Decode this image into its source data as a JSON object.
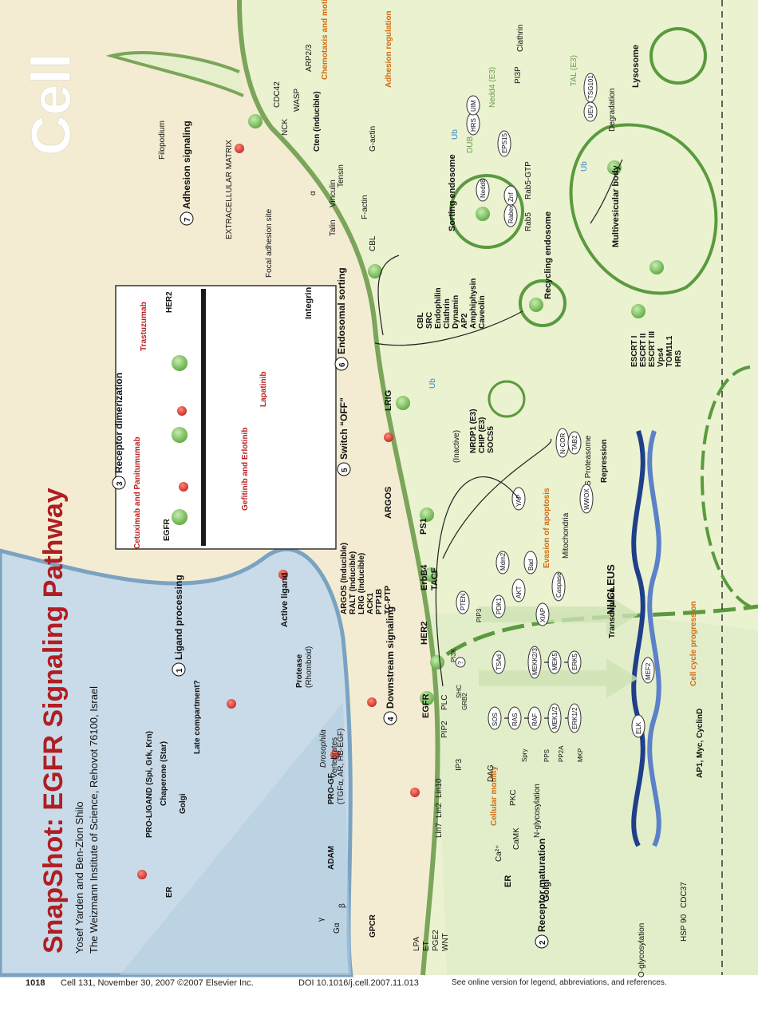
{
  "journal": "Cell",
  "title": {
    "prefix": "SnapShot: ",
    "main": "EGFR Signaling Pathway"
  },
  "authors": "Yosef Yarden and Ben-Zion Shilo",
  "affiliation": "The Weizmann Institute of Science, Rehovot 76100, Israel",
  "footer": {
    "page": "1018",
    "citation": "Cell 131, November 30, 2007 ©2007 Elsevier Inc.",
    "doi": "DOI 10.1016/j.cell.2007.11.013",
    "note": "See online version for legend, abbreviations, and references."
  },
  "sections": {
    "s1": "Ligand processing",
    "s2": "Receptor maturation",
    "s3": "Receptor dimerization",
    "s4": "Downstream signaling",
    "s5": "Switch “OFF”",
    "s6": "Endosomal sorting",
    "s7": "Adhesion signaling"
  },
  "section_numbers": [
    "1",
    "2",
    "3",
    "4",
    "5",
    "6",
    "7"
  ],
  "labels": {
    "pro_ligand": "PRO-LIGAND (Spi, Grk, Krn)",
    "chaperone": "Chaperone (Star)",
    "er_top": "ER",
    "golgi_top": "Golgi",
    "late_compartment": "Late compartment?",
    "protease": "Protease",
    "protease_sub": "(Rhomboid)",
    "drosophila": "Drosophila",
    "vertebrates": "Vertebrates",
    "active_ligand": "Active ligand",
    "adam": "ADAM",
    "pro_gf": "PRO-GF",
    "pro_gf_sub": "(TGFα, AR, HB-EGF)",
    "gpcr": "GPCR",
    "gpcr_ligands": [
      "LPA",
      "ET",
      "PGE2",
      "WNT"
    ],
    "galpha": "Gα",
    "beta": "β",
    "gamma": "γ",
    "egfr_dimer": "EGFR",
    "her2_dimer": "HER2",
    "cetuximab": "Cetuximab and Panitumumab",
    "trastuzumab": "Trastuzumab",
    "gefitinib": "Gefitinib and Erlotinib",
    "lapatinib": "Lapatinib",
    "egfr": "EGFR",
    "her2": "HER2",
    "tace": "TACE",
    "erbb4": "ErbB4",
    "ps1": "PS1",
    "argos": "ARGOS",
    "lrig": "LRIG",
    "cbl": "CBL",
    "integrin": "Integrin",
    "focal": "Focal adhesion site",
    "ecm": "EXTRACELLULAR MATRIX",
    "filopodium": "Filopodium",
    "chemotaxis": "Chemotaxis and motility",
    "adhesion_reg": "Adhesion regulation",
    "g_actin": "G-actin",
    "f_actin": "F-actin",
    "arp": "ARP2/3",
    "cdc42": "CDC42",
    "wasp": "WASP",
    "nck": "NCK",
    "cten": "Cten (inducible)",
    "tensin": "Tensin",
    "talin": "Talin",
    "vinculin": "Vinculin",
    "alpha": "α",
    "sorting": "Sorting endosome",
    "recycling": "Recycling endosome",
    "mvb": "Multivesicular body",
    "lysosome": "Lysosome",
    "degradation": "Degradation",
    "proteasome": "26S Proteasome",
    "nucleus": "NUCLEUS",
    "er_lower": "ER",
    "golgi_lower": "Golgi",
    "transcription": "Transcription",
    "repression": "Repression",
    "cell_cycle": "Cell cycle progression",
    "ap1": "AP1, Myc, CyclinD",
    "evasion": "Evasion of apoptosis",
    "mitochondria": "Mitochondria",
    "cellular_motility": "Cellular motility",
    "o_glyco": "O-glycosylation",
    "n_glyco": "N-glycosylation",
    "hsp90": "HSP 90",
    "cdc37": "CDC37",
    "ca": "Ca²⁺",
    "ip3": "IP3",
    "dag": "DAG",
    "pip2": "PIP2",
    "plc": "PLC",
    "pkc": "PKC",
    "camk": "CaMK",
    "inactive": "(Inactive)",
    "ub": "Ub",
    "dub": "DUB",
    "pi3p": "PI3P",
    "clathrin": "Clathrin",
    "rab5": "Rab5",
    "rab5gtp": "Rab5-GTP",
    "nedd4": "Nedd4 (E3)",
    "tal": "TAL (E3)",
    "lin": [
      "Lin7",
      "Lin2",
      "Lin10"
    ]
  },
  "lists": {
    "negative_regulators": [
      "ARGOS (Inducible)",
      "RALT (Inducible)",
      "LRIG (Inducible)",
      "ACK1",
      "PTP1B",
      "TC-PTP"
    ],
    "e3": [
      "NRDP1 (E3)",
      "CHIP (E3)",
      "SOCS5"
    ],
    "endocytic": [
      "CBL",
      "SRC",
      "Endophilin",
      "Clathrin",
      "Dynamin",
      "AP2",
      "Amphiphysin",
      "Caveolin"
    ],
    "escrt": [
      "ESCRT I",
      "ESCRT II",
      "ESCRT III",
      "Vps4",
      "TOM1L1",
      "HRS"
    ]
  },
  "nodes": {
    "pathway": [
      "SOS",
      "RAS",
      "RAF",
      "MEK1/2",
      "ERK1/2",
      "MEKK2/3",
      "MEK5",
      "ERK5",
      "TSAd",
      "PI3K",
      "PIP3",
      "PDK1",
      "AKT",
      "PTEN",
      "XIAP",
      "Caspase",
      "Bad",
      "Mdm2",
      "SHC",
      "GRB2",
      "?"
    ],
    "regulators": [
      "Spry",
      "PPS",
      "PP2A",
      "MKP"
    ],
    "nuclear": [
      "ELK",
      "MEF2",
      "YAP",
      "N-COR",
      "TAB2",
      "WWOX"
    ],
    "endo": [
      "HRS",
      "UIM",
      "EPS15",
      "Nedd8",
      "Rabex",
      "Znf",
      "UEV",
      "TSG101"
    ]
  },
  "colors": {
    "title": "#b01e23",
    "cytoplasm": "#eaf2d0",
    "extracellular": "#f4ecd2",
    "nucleus": "#d6e7bd",
    "membrane": "#7aa55a",
    "inhibitor": "#b01e23",
    "phenotype": "#d66a10"
  }
}
